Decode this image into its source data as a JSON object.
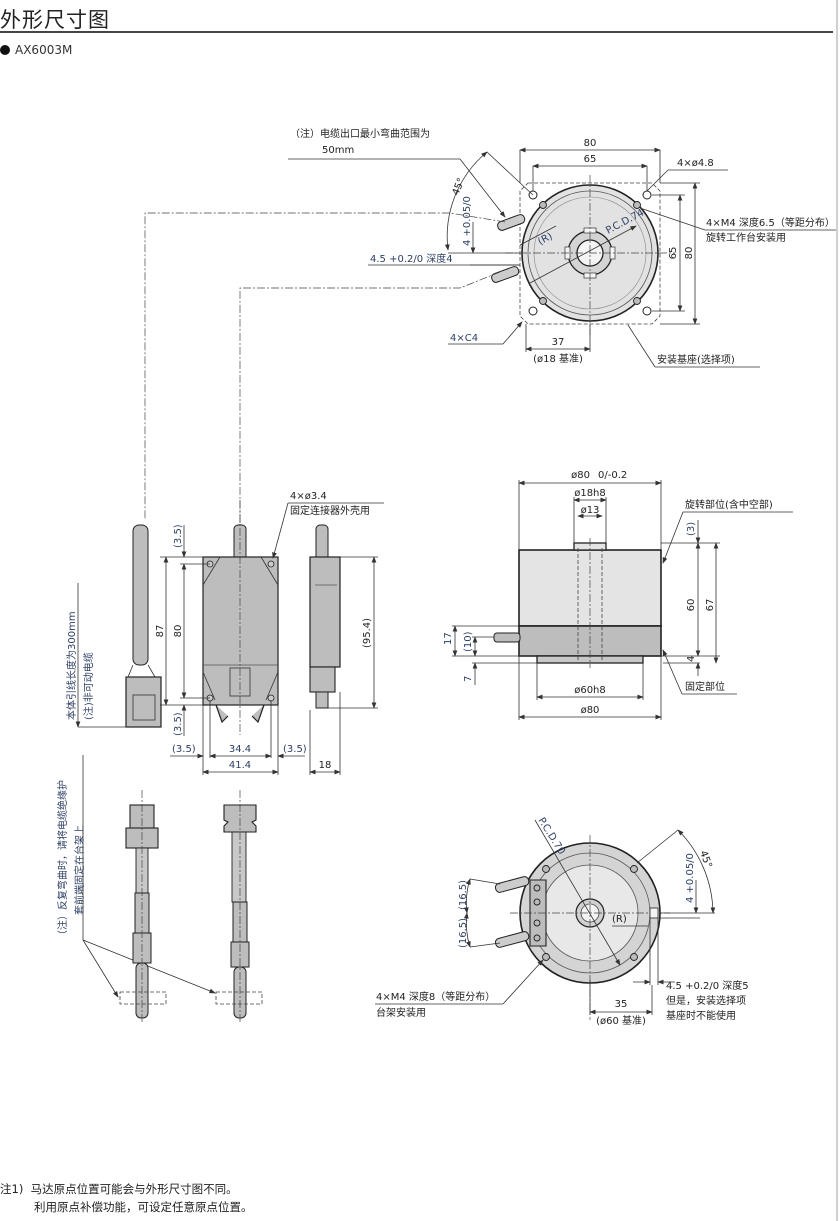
{
  "header": {
    "title": "外形尺寸图",
    "model_bullet": "AX6003M"
  },
  "views": {
    "top_view": {
      "note_cable_bend": "（注）电缆出口最小弯曲范围为",
      "note_cable_bend_2": "50mm",
      "dim_80_w": "80",
      "dim_65_w": "65",
      "dim_80_h": "80",
      "dim_65_h": "65",
      "holes_base": "4×ø4.8",
      "tapped_holes": "4×M4 深度6.5（等距分布）",
      "tapped_holes_use": "旋转工作台安装用",
      "angle": "45°",
      "pcd": "P.C.D.74",
      "r_mark": "(R)",
      "key_tol": "4 +0.05/0",
      "key_slot": "4.5 +0.2/0 深度4",
      "chamfer": "4×C4",
      "dim_37": "37",
      "ref_18": "(ø18 基准)",
      "base_option": "安装基座(选择项)"
    },
    "connector_view": {
      "cable_length_note": "本体引线长度为300mm",
      "non_movable_note": "(注)非可动电缆",
      "holes": "4×ø3.4",
      "holes_use": "固定连接器外壳用",
      "dim_3_5_top": "(3.5)",
      "dim_87": "87",
      "dim_80": "80",
      "dim_3_5_bottom": "(3.5)",
      "dim_3_5_left": "(3.5)",
      "dim_34_4": "34.4",
      "dim_3_5_right": "(3.5)",
      "dim_41_4": "41.4",
      "dim_95_4": "(95.4)",
      "dim_18": "18"
    },
    "side_view": {
      "dia_80_top": "ø80",
      "dia_80_tol": "0/-0.2",
      "dia_18h8": "ø18h8",
      "dia_13": "ø13",
      "rotating_part": "旋转部位(含中空部)",
      "dim_3": "(3)",
      "dim_60": "60",
      "dim_67": "67",
      "dim_4": "4",
      "dim_17": "17",
      "dim_10": "(10)",
      "dim_7": "7",
      "dia_60h8": "ø60h8",
      "dia_80_bottom": "ø80",
      "fixed_part": "固定部位"
    },
    "cable_note": {
      "line1": "（注）反复弯曲时，请将电缆绝缘护",
      "line2": "套前端固定在台架上"
    },
    "bottom_view": {
      "pcd": "P.C.D.70",
      "angle": "45°",
      "key_tol": "4 +0.05/0",
      "dim_16_5_a": "(16.5)",
      "dim_16_5_b": "(16.5)",
      "r_mark": "(R)",
      "tapped_holes": "4×M4 深度8（等距分布）",
      "tapped_holes_use": "台架安装用",
      "key_slot": "4.5 +0.2/0 深度5",
      "key_note_1": "但是，安装选择项",
      "key_note_2": "基座时不能使用",
      "dim_35": "35",
      "ref_60": "(ø60 基准)"
    }
  },
  "footnote": {
    "label": "注1)",
    "line1": "马达原点位置可能会与外形尺寸图不同。",
    "line2": "利用原点补偿功能，可设定任意原点位置。"
  }
}
